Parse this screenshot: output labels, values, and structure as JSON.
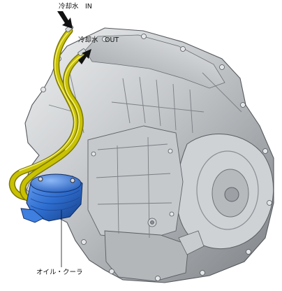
{
  "labels": {
    "coolant_in": "冷却水　IN",
    "coolant_out": "冷却水　OUT",
    "oil_cooler": "オイル・クーラ"
  },
  "colors": {
    "hose": "#c9c200",
    "hose_dark": "#7d7700",
    "cooler": "#2f6fd1",
    "cooler_dark": "#173f86",
    "housing": "#b9bcbf",
    "housing_dark": "#6f7377",
    "arrow": "#111111"
  },
  "icons": {
    "in_arrow": "arrow-down-right-icon",
    "out_arrow": "arrow-up-right-icon"
  }
}
